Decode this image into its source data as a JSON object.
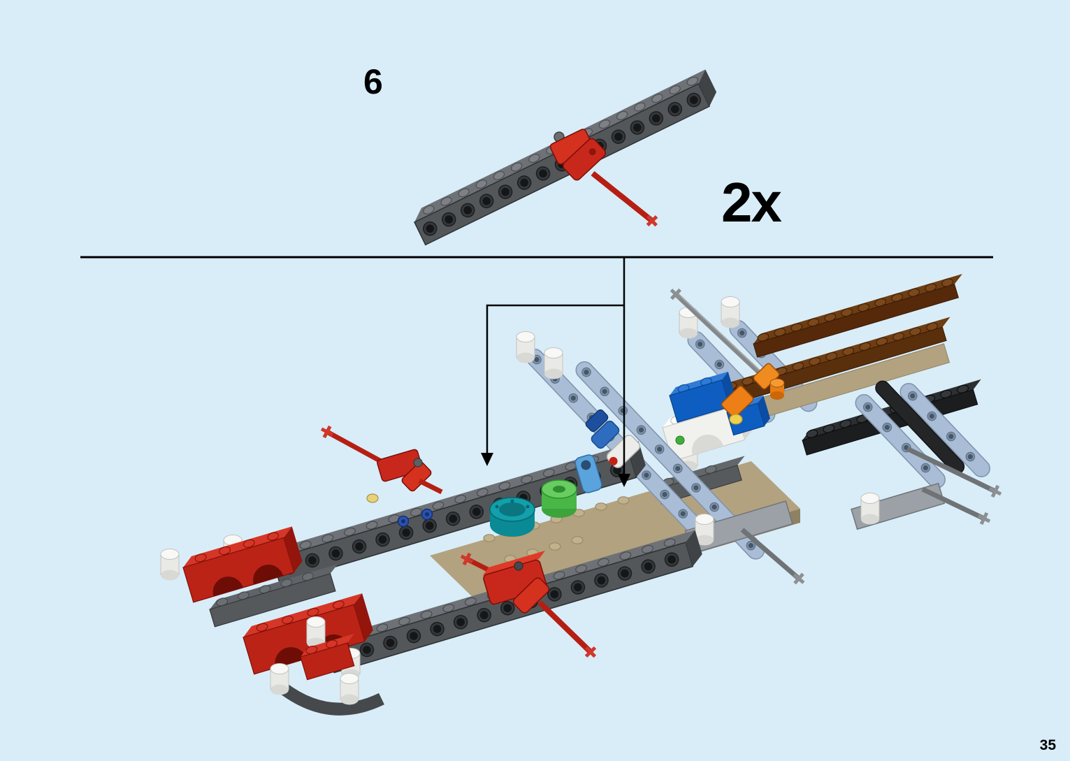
{
  "page": {
    "number": "35"
  },
  "step": {
    "number": "6",
    "quantity_label": "2x"
  },
  "colors": {
    "background": "#d9edf8",
    "beam_dark_gray": "#53575a",
    "red": "#c8281b",
    "reddish_brown": "#6f3d12",
    "black": "#1b1d1f",
    "light_bluish_gray": "#a9bed6",
    "white": "#f1f1ee",
    "blue": "#0e5ec2",
    "medium_azure": "#5ba3dd",
    "bright_green": "#49b746",
    "dark_turquoise": "#0a8a95",
    "yellow": "#f0cd1c",
    "orange": "#ee7f17",
    "tan": "#b3a27f"
  },
  "illustration": {
    "parts": [
      "technic-brick-with-holes",
      "red-axle-connector-assembly",
      "chassis-rail-beams",
      "tan-floor-plate",
      "red-brick-module",
      "white-round-bricks",
      "suspension-arm-beams",
      "brown-plates",
      "black-plate",
      "white-and-blue-brick-stack",
      "orange-axle-connectors",
      "yellow-half-bushes",
      "dark-turquoise-turntable",
      "green-round-brick",
      "medium-azure-connector",
      "blue-pins",
      "gray-axles",
      "callout-arrows"
    ]
  }
}
